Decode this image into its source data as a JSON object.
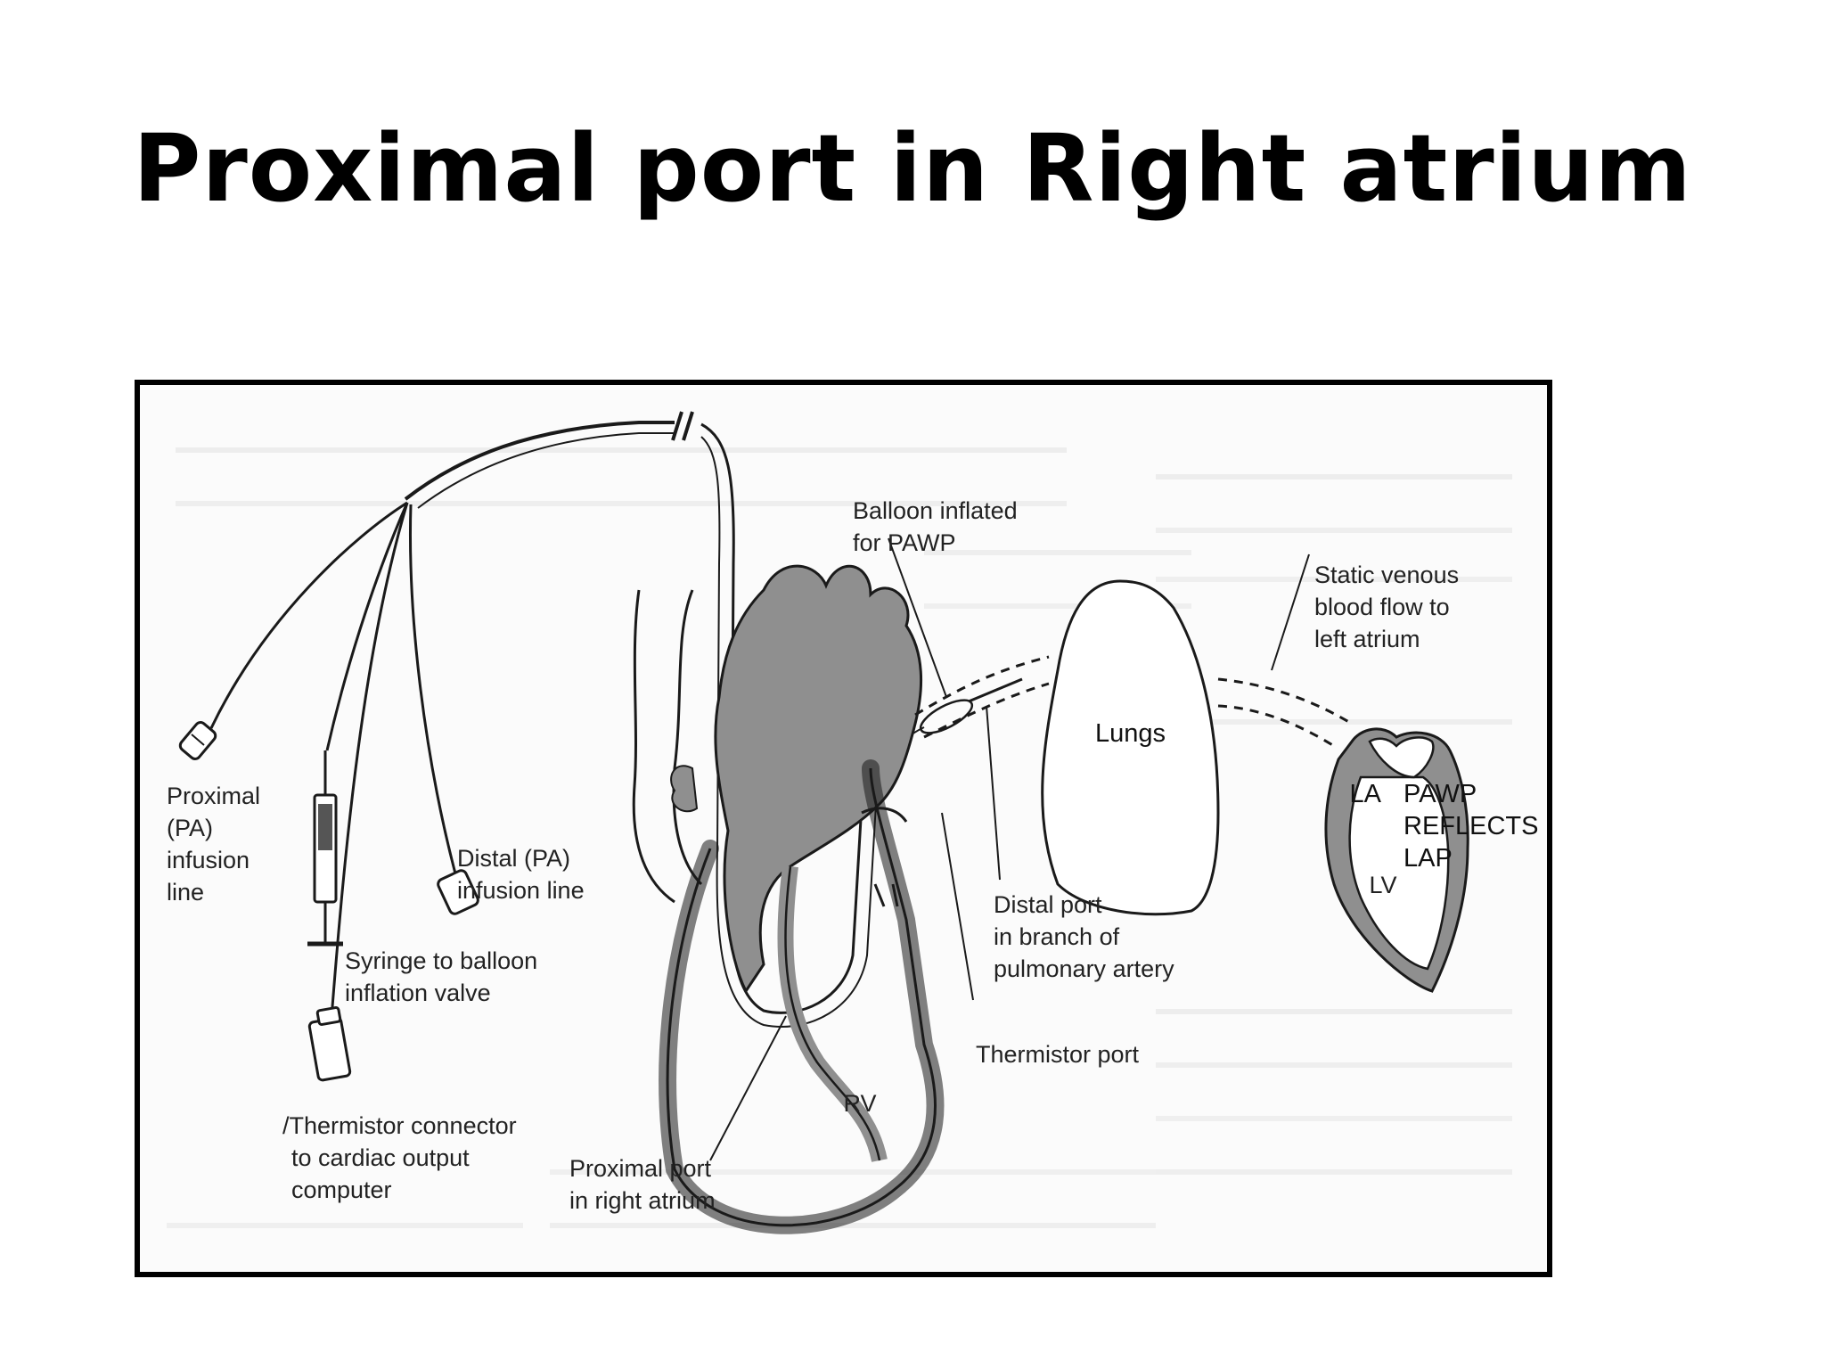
{
  "slide": {
    "title": "Proximal port in Right atrium"
  },
  "diagram": {
    "labels": {
      "proximal_infusion": [
        "Proximal",
        "(PA)",
        "infusion",
        "line"
      ],
      "distal_infusion": [
        "Distal (PA)",
        "infusion line"
      ],
      "syringe": [
        "Syringe to balloon",
        "inflation valve"
      ],
      "thermistor_connector": [
        "/Thermistor connector",
        "to cardiac output",
        "computer"
      ],
      "proximal_port": [
        "Proximal port",
        "in right atrium"
      ],
      "balloon": [
        "Balloon inflated",
        "for PAWP"
      ],
      "distal_port": [
        "Distal port",
        "in branch of",
        "pulmonary artery"
      ],
      "thermistor_port": "Thermistor port",
      "lungs": "Lungs",
      "static_flow": [
        "Static venous",
        "blood flow to",
        "left atrium"
      ],
      "pawp": [
        "PAWP",
        "REFLECTS",
        "LAP"
      ],
      "la": "LA",
      "lv": "LV",
      "rv": "RV"
    }
  },
  "colors": {
    "ink": "#1a1a1a",
    "heart_fill": "#8f8f8f",
    "frame": "#000000"
  }
}
